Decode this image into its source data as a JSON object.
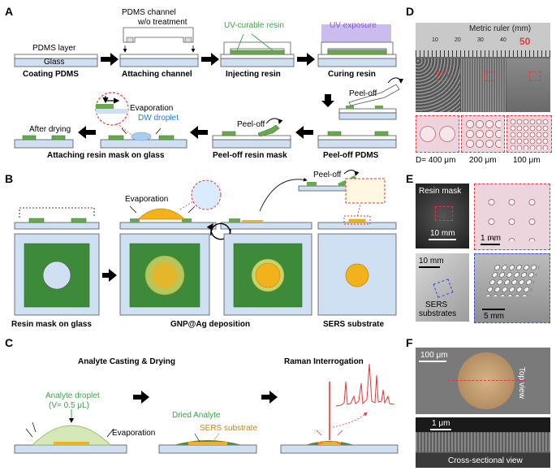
{
  "panels": {
    "a": "A",
    "b": "B",
    "c": "C",
    "d": "D",
    "e": "E",
    "f": "F"
  },
  "panel_a": {
    "pdms_layer": "PDMS layer",
    "glass": "Glass",
    "pdms_channel_1": "PDMS channel",
    "pdms_channel_2": "w/o treatment",
    "uv_curable_resin": "UV-curable resin",
    "uv_exposure": "UV exposure",
    "step_coating": "Coating PDMS",
    "step_attaching": "Attaching channel",
    "step_injecting": "Injecting resin",
    "step_curing": "Curing resin",
    "peel_off_1": "Peel-off",
    "peel_off_2": "Peel-off",
    "evaporation": "Evaporation",
    "dw_droplet": "DW droplet",
    "after_drying": "After drying",
    "step_attaching_mask": "Attaching resin mask on glass",
    "step_peel_mask": "Peel-off resin mask",
    "step_peel_pdms": "Peel-off PDMS"
  },
  "panel_b": {
    "evaporation": "Evaporation",
    "peel_off": "Peel-off",
    "step_mask": "Resin mask on glass",
    "step_deposition": "GNP@Ag deposition",
    "step_sers": "SERS substrate"
  },
  "panel_c": {
    "analyte_casting": "Analyte Casting & Drying",
    "raman": "Raman Interrogation",
    "analyte_droplet": "Analyte droplet",
    "analyte_volume": "(V= 0.5 μL)",
    "evaporation": "Evaporation",
    "dried_analyte": "Dried Analyte",
    "sers_substrate": "SERS substrate"
  },
  "panel_d": {
    "ruler_title": "Metric ruler (mm)",
    "ruler_ticks": [
      "10",
      "20",
      "30",
      "40",
      "50"
    ],
    "d400": "D= 400 μm",
    "d200": "200 μm",
    "d100": "100 μm"
  },
  "panel_e": {
    "resin_mask": "Resin mask",
    "scale_10mm_a": "10 mm",
    "scale_1mm": "1 mm",
    "scale_10mm_b": "10 mm",
    "sers_1": "SERS",
    "sers_2": "substrates",
    "scale_5mm": "5 mm"
  },
  "panel_f": {
    "scale_100um": "100 μm",
    "top_view": "Top view",
    "scale_1um": "1 μm",
    "cross_section": "Cross-sectional view"
  },
  "colors": {
    "glass": "#cfe0f2",
    "pdms": "#ffffff",
    "resin": "#6aa84f",
    "resin_dark": "#3f7a2e",
    "gold": "#f2b21c",
    "red_dash": "#e23a3a",
    "blue_dash": "#3a4ae2",
    "uv": "#b9a6ea"
  }
}
